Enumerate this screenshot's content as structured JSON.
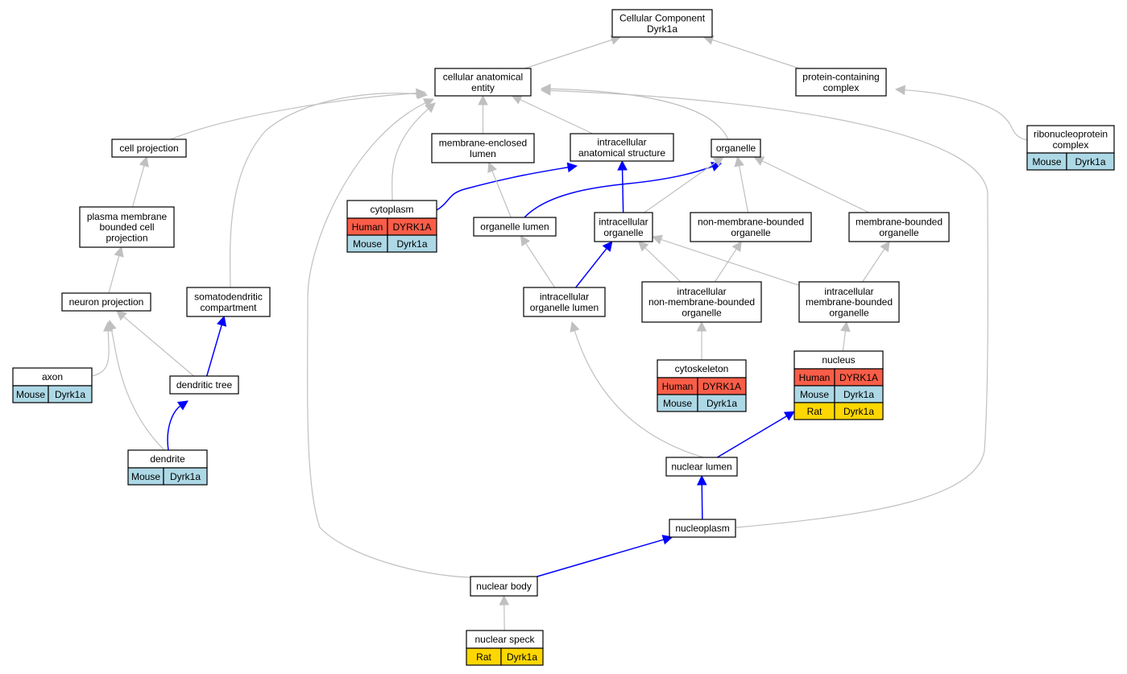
{
  "graph": {
    "colors": {
      "edge_gray": "#c0c0c0",
      "edge_blue": "#0000ff",
      "node_border": "#000000",
      "node_fill": "#ffffff",
      "human": "#fa5d48",
      "mouse": "#add8e6",
      "rat": "#ffd700"
    },
    "nodes": [
      {
        "id": "root",
        "lines": [
          "Cellular Component",
          "Dyrk1a"
        ]
      },
      {
        "id": "cae",
        "lines": [
          "cellular anatomical",
          "entity"
        ]
      },
      {
        "id": "pcc",
        "lines": [
          "protein-containing",
          "complex"
        ]
      },
      {
        "id": "rnp",
        "lines": [
          "ribonucleoprotein",
          "complex"
        ],
        "rows": [
          {
            "species": "Mouse",
            "gene": "Dyrk1a"
          }
        ]
      },
      {
        "id": "cellproj",
        "lines": [
          "cell projection"
        ]
      },
      {
        "id": "mel",
        "lines": [
          "membrane-enclosed",
          "lumen"
        ]
      },
      {
        "id": "ias",
        "lines": [
          "intracellular",
          "anatomical structure"
        ]
      },
      {
        "id": "organelle",
        "lines": [
          "organelle"
        ]
      },
      {
        "id": "pmbcp",
        "lines": [
          "plasma membrane",
          "bounded cell",
          "projection"
        ]
      },
      {
        "id": "cytoplasm",
        "lines": [
          "cytoplasm"
        ],
        "rows": [
          {
            "species": "Human",
            "gene": "DYRK1A"
          },
          {
            "species": "Mouse",
            "gene": "Dyrk1a"
          }
        ]
      },
      {
        "id": "orglumen",
        "lines": [
          "organelle lumen"
        ]
      },
      {
        "id": "intraorg",
        "lines": [
          "intracellular",
          "organelle"
        ]
      },
      {
        "id": "nmbo",
        "lines": [
          "non-membrane-bounded",
          "organelle"
        ]
      },
      {
        "id": "mbo",
        "lines": [
          "membrane-bounded",
          "organelle"
        ]
      },
      {
        "id": "neuproj",
        "lines": [
          "neuron projection"
        ]
      },
      {
        "id": "somato",
        "lines": [
          "somatodendritic",
          "compartment"
        ]
      },
      {
        "id": "iol",
        "lines": [
          "intracellular",
          "organelle lumen"
        ]
      },
      {
        "id": "inmbo",
        "lines": [
          "intracellular",
          "non-membrane-bounded",
          "organelle"
        ]
      },
      {
        "id": "imbo",
        "lines": [
          "intracellular",
          "membrane-bounded",
          "organelle"
        ]
      },
      {
        "id": "axon",
        "lines": [
          "axon"
        ],
        "rows": [
          {
            "species": "Mouse",
            "gene": "Dyrk1a"
          }
        ]
      },
      {
        "id": "dendtree",
        "lines": [
          "dendritic tree"
        ]
      },
      {
        "id": "cytoskeleton",
        "lines": [
          "cytoskeleton"
        ],
        "rows": [
          {
            "species": "Human",
            "gene": "DYRK1A"
          },
          {
            "species": "Mouse",
            "gene": "Dyrk1a"
          }
        ]
      },
      {
        "id": "nucleus",
        "lines": [
          "nucleus"
        ],
        "rows": [
          {
            "species": "Human",
            "gene": "DYRK1A"
          },
          {
            "species": "Mouse",
            "gene": "Dyrk1a"
          },
          {
            "species": "Rat",
            "gene": "Dyrk1a"
          }
        ]
      },
      {
        "id": "dendrite",
        "lines": [
          "dendrite"
        ],
        "rows": [
          {
            "species": "Mouse",
            "gene": "Dyrk1a"
          }
        ]
      },
      {
        "id": "nuclumen",
        "lines": [
          "nuclear lumen"
        ]
      },
      {
        "id": "nucleoplasm",
        "lines": [
          "nucleoplasm"
        ]
      },
      {
        "id": "nucbody",
        "lines": [
          "nuclear body"
        ]
      },
      {
        "id": "nucspeck",
        "lines": [
          "nuclear speck"
        ],
        "rows": [
          {
            "species": "Rat",
            "gene": "Dyrk1a"
          }
        ]
      }
    ],
    "edges": [
      {
        "from": "cae",
        "to": "root",
        "kind": "gray"
      },
      {
        "from": "pcc",
        "to": "root",
        "kind": "gray"
      },
      {
        "from": "rnp",
        "to": "pcc",
        "kind": "gray"
      },
      {
        "from": "cellproj",
        "to": "cae",
        "kind": "gray"
      },
      {
        "from": "somato",
        "to": "cae",
        "kind": "gray"
      },
      {
        "from": "nucbody",
        "to": "cae",
        "kind": "gray"
      },
      {
        "from": "cytoplasm",
        "to": "cae",
        "kind": "gray"
      },
      {
        "from": "mel",
        "to": "cae",
        "kind": "gray"
      },
      {
        "from": "ias",
        "to": "cae",
        "kind": "gray"
      },
      {
        "from": "organelle",
        "to": "cae",
        "kind": "gray"
      },
      {
        "from": "nucleoplasm",
        "to": "cae",
        "kind": "gray"
      },
      {
        "from": "pmbcp",
        "to": "cellproj",
        "kind": "gray"
      },
      {
        "from": "neuproj",
        "to": "pmbcp",
        "kind": "gray"
      },
      {
        "from": "axon",
        "to": "neuproj",
        "kind": "gray"
      },
      {
        "from": "dendtree",
        "to": "neuproj",
        "kind": "gray"
      },
      {
        "from": "dendrite",
        "to": "neuproj",
        "kind": "gray"
      },
      {
        "from": "dendtree",
        "to": "somato",
        "kind": "blue"
      },
      {
        "from": "dendrite",
        "to": "dendtree",
        "kind": "blue"
      },
      {
        "from": "cytoplasm",
        "to": "ias",
        "kind": "blue"
      },
      {
        "from": "orglumen",
        "to": "mel",
        "kind": "gray"
      },
      {
        "from": "orglumen",
        "to": "organelle",
        "kind": "blue"
      },
      {
        "from": "intraorg",
        "to": "ias",
        "kind": "blue"
      },
      {
        "from": "intraorg",
        "to": "organelle",
        "kind": "gray"
      },
      {
        "from": "nmbo",
        "to": "organelle",
        "kind": "gray"
      },
      {
        "from": "mbo",
        "to": "organelle",
        "kind": "gray"
      },
      {
        "from": "iol",
        "to": "orglumen",
        "kind": "gray"
      },
      {
        "from": "iol",
        "to": "intraorg",
        "kind": "blue"
      },
      {
        "from": "inmbo",
        "to": "intraorg",
        "kind": "gray"
      },
      {
        "from": "inmbo",
        "to": "nmbo",
        "kind": "gray"
      },
      {
        "from": "imbo",
        "to": "intraorg",
        "kind": "gray"
      },
      {
        "from": "imbo",
        "to": "mbo",
        "kind": "gray"
      },
      {
        "from": "cytoskeleton",
        "to": "inmbo",
        "kind": "gray"
      },
      {
        "from": "nucleus",
        "to": "imbo",
        "kind": "gray"
      },
      {
        "from": "nuclumen",
        "to": "iol",
        "kind": "gray"
      },
      {
        "from": "nuclumen",
        "to": "nucleus",
        "kind": "blue"
      },
      {
        "from": "nucleoplasm",
        "to": "nuclumen",
        "kind": "blue"
      },
      {
        "from": "nucbody",
        "to": "nucleoplasm",
        "kind": "blue"
      },
      {
        "from": "nucspeck",
        "to": "nucbody",
        "kind": "gray"
      }
    ]
  }
}
